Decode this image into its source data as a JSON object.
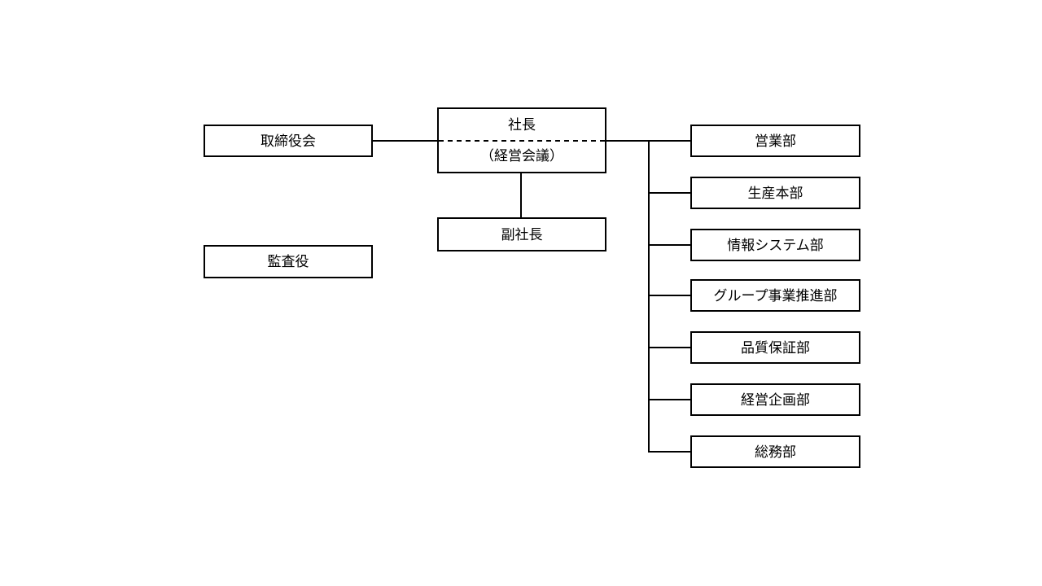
{
  "page": {
    "background_color": "#ffffff",
    "line_color": "#000000",
    "text_color": "#000000"
  },
  "diagram": {
    "type": "org-chart",
    "nodes": {
      "board": {
        "label": "取締役会"
      },
      "auditor": {
        "label": "監査役"
      },
      "president": {
        "label": "社長",
        "sub_label": "（経営会議）"
      },
      "vice_president": {
        "label": "副社長"
      }
    },
    "departments": [
      {
        "label": "営業部"
      },
      {
        "label": "生産本部"
      },
      {
        "label": "情報システム部"
      },
      {
        "label": "グループ事業推進部"
      },
      {
        "label": "品質保証部"
      },
      {
        "label": "経営企画部"
      },
      {
        "label": "総務部"
      }
    ]
  }
}
